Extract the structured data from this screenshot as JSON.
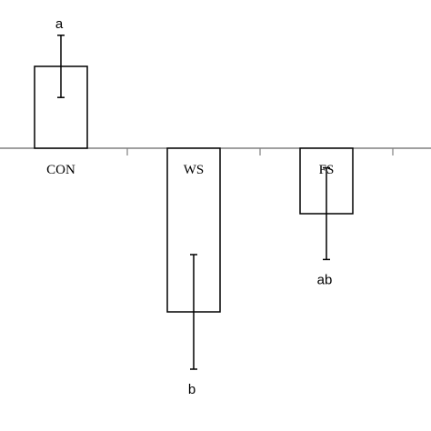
{
  "chart_data": {
    "type": "bar",
    "categories": [
      "CON",
      "WS",
      "FS"
    ],
    "values": [
      1.0,
      -2.0,
      -0.8
    ],
    "error": [
      0.38,
      0.7,
      0.56
    ],
    "significance_labels": [
      "a",
      "b",
      "ab"
    ],
    "title": "",
    "xlabel": "",
    "ylabel": "",
    "ylim": [
      -3.3,
      1.8
    ],
    "grid": false,
    "legend": "none",
    "bar_fill": "#ffffff",
    "bar_stroke": "#000000",
    "axis_color": "#808080"
  }
}
